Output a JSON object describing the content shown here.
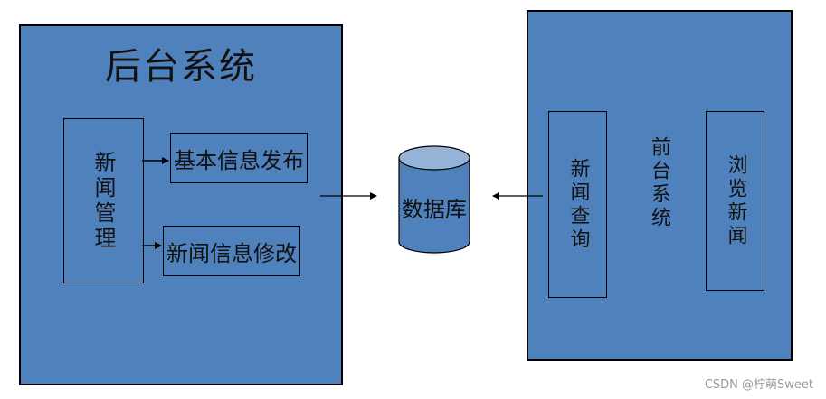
{
  "backend": {
    "title": "后台系统",
    "news_management": "新闻管理",
    "items": [
      {
        "label": "基本信息发布"
      },
      {
        "label": "新闻信息修改"
      }
    ]
  },
  "database": {
    "label": "数据库"
  },
  "frontend": {
    "title": "前台系统",
    "items": [
      {
        "label": "新闻查询"
      },
      {
        "label": "浏览新闻"
      }
    ]
  },
  "colors": {
    "panel_fill": "#4f81bd",
    "db_top_fill": "#95b3d7",
    "stroke": "#000000"
  },
  "watermark": "CSDN @柠萌Sweet"
}
